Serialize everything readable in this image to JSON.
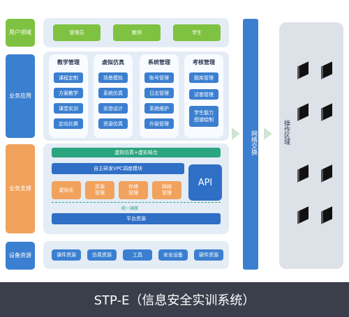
{
  "layers": {
    "user": "用户领域",
    "business": "业务应用",
    "support": "业务支撑",
    "resource": "设备资源"
  },
  "users": [
    "管理员",
    "教师",
    "学生"
  ],
  "modules": [
    {
      "title": "教学管理",
      "items": [
        "课程定制",
        "方案教学",
        "课堂实训",
        "定向比赛"
      ]
    },
    {
      "title": "虚拟仿真",
      "items": [
        "场景模拟",
        "系统仿真",
        "实验设计",
        "资源仿真"
      ]
    },
    {
      "title": "系统管理",
      "items": [
        "账号管理",
        "日志管理",
        "系统维护",
        "升级管理"
      ]
    },
    {
      "title": "考核管理",
      "items": [
        "题库管理",
        "试卷管理",
        "学生能力\n图谱绘制"
      ]
    }
  ],
  "support": {
    "top_bar": "虚拟仿真+虚实结合",
    "mid_bar": "自主研发VPC调度模块",
    "sub": [
      "虚拟化",
      "资源\n管理",
      "存储\n管理",
      "网络\n管理"
    ],
    "api": "API",
    "unify": "统一调度",
    "platform": "平台资源"
  },
  "resources": [
    "课件资源",
    "仿真资源",
    "工具",
    "安全设备",
    "硬件资源"
  ],
  "network": "网络交换",
  "operation": "操作区域",
  "caption": "STP-E（信息安全实训系统）",
  "colors": {
    "green": "#7fc241",
    "blue": "#3b7fd0",
    "orange": "#f1a25c",
    "caption_bg": "#3a3f4b"
  }
}
